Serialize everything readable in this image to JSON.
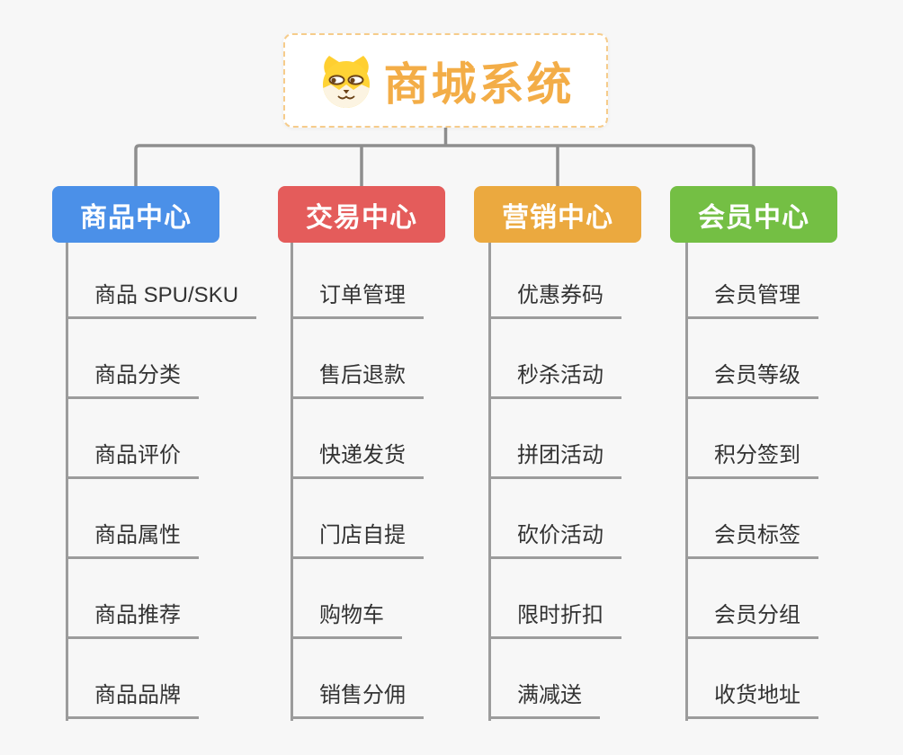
{
  "app": {
    "background": "#f7f7f7",
    "connector_color": "#8e8e8e",
    "child_line_color": "#9c9c9c",
    "child_text_color": "#333333"
  },
  "root": {
    "title": "商城系统",
    "title_color": "#f3ad47",
    "border_color": "#f6cc8b",
    "icon": "dog-face-icon"
  },
  "branches": [
    {
      "label": "商品中心",
      "color": "#4b90e8",
      "children": [
        "商品 SPU/SKU",
        "商品分类",
        "商品评价",
        "商品属性",
        "商品推荐",
        "商品品牌"
      ]
    },
    {
      "label": "交易中心",
      "color": "#e45c5b",
      "children": [
        "订单管理",
        "售后退款",
        "快递发货",
        "门店自提",
        "购物车",
        "销售分佣"
      ]
    },
    {
      "label": "营销中心",
      "color": "#eba93f",
      "children": [
        "优惠券码",
        "秒杀活动",
        "拼团活动",
        "砍价活动",
        "限时折扣",
        "满减送"
      ]
    },
    {
      "label": "会员中心",
      "color": "#74bf44",
      "children": [
        "会员管理",
        "会员等级",
        "积分签到",
        "会员标签",
        "会员分组",
        "收货地址"
      ]
    }
  ]
}
